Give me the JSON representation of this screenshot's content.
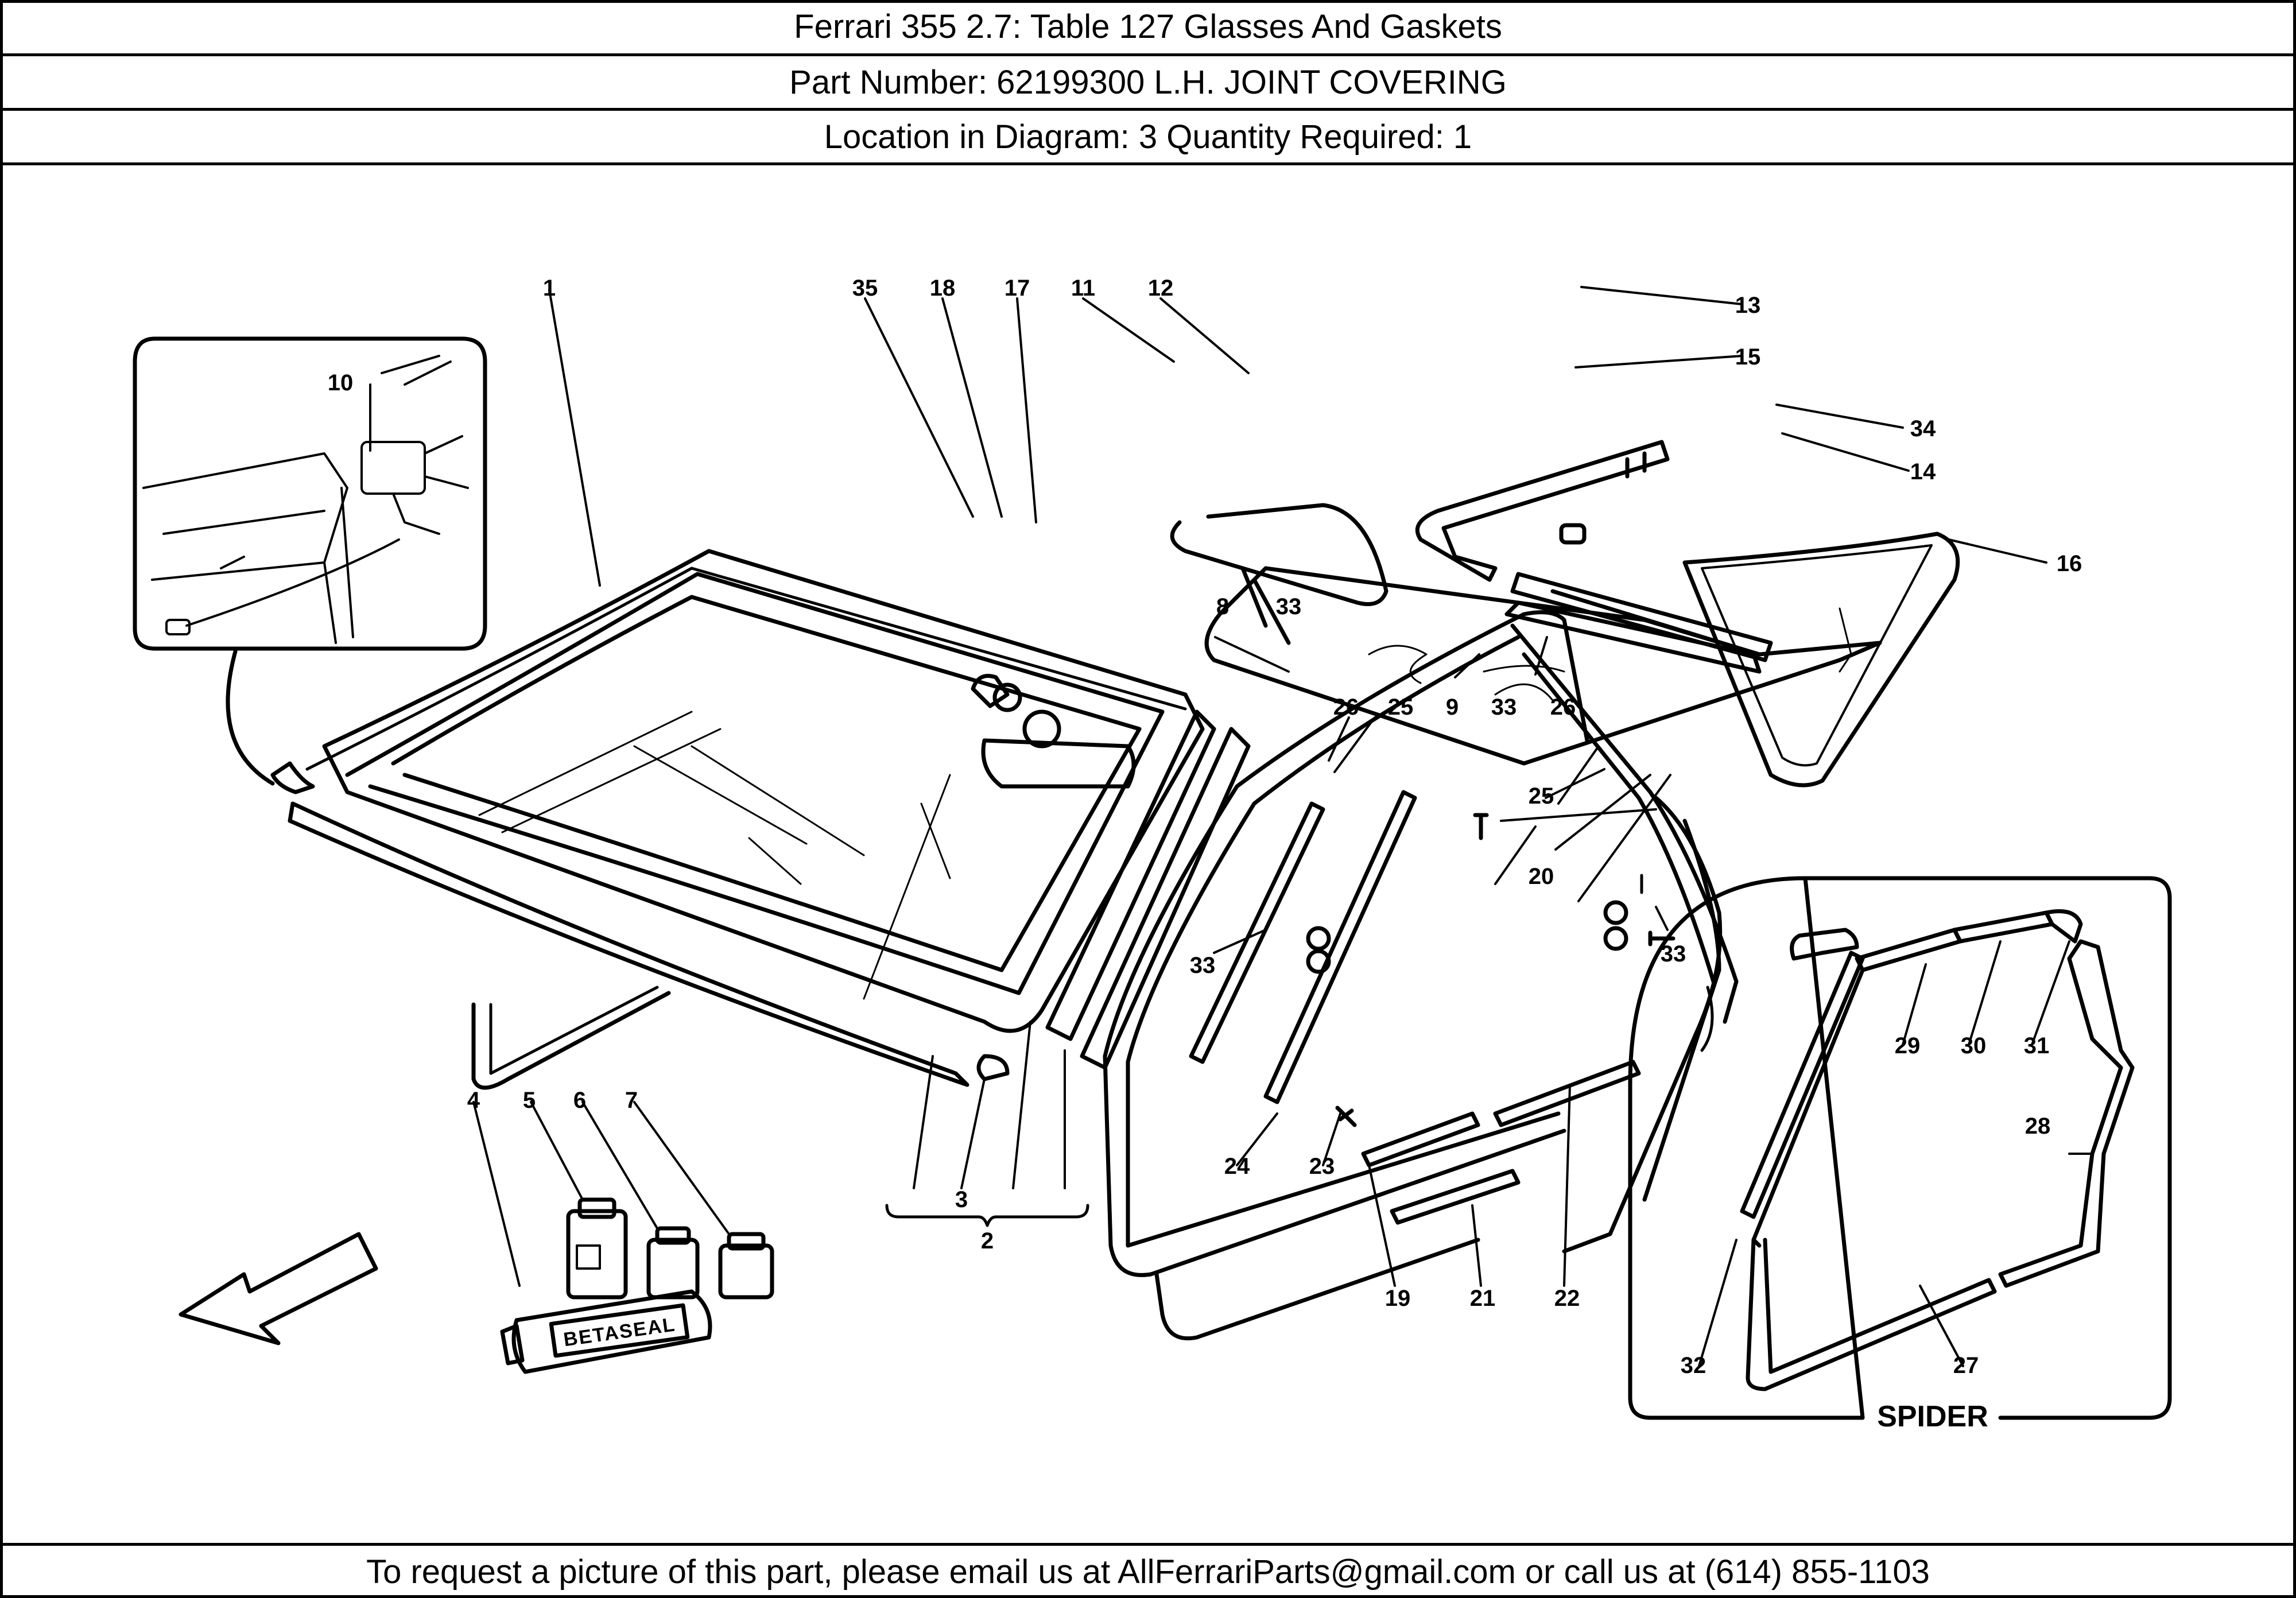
{
  "header": {
    "title": "Ferrari 355 2.7:   Table 127 Glasses And Gaskets",
    "part_number": "Part Number: 62199300   L.H. JOINT COVERING",
    "location": "Location in Diagram: 3   Quantity Required: 1"
  },
  "diagram": {
    "callouts": [
      "1",
      "35",
      "18",
      "17",
      "11",
      "12",
      "13",
      "15",
      "34",
      "14",
      "16",
      "10",
      "8",
      "33",
      "9",
      "26",
      "25",
      "20",
      "4",
      "5",
      "6",
      "7",
      "3",
      "2",
      "24",
      "23",
      "19",
      "21",
      "22",
      "29",
      "30",
      "31",
      "28",
      "32",
      "27"
    ],
    "tube_label": "BETASEAL",
    "spider_label": "SPIDER"
  },
  "footer": {
    "text": "To request a picture of this part, please email us at AllFerrariParts@gmail.com or call us at (614) 855-1103"
  }
}
